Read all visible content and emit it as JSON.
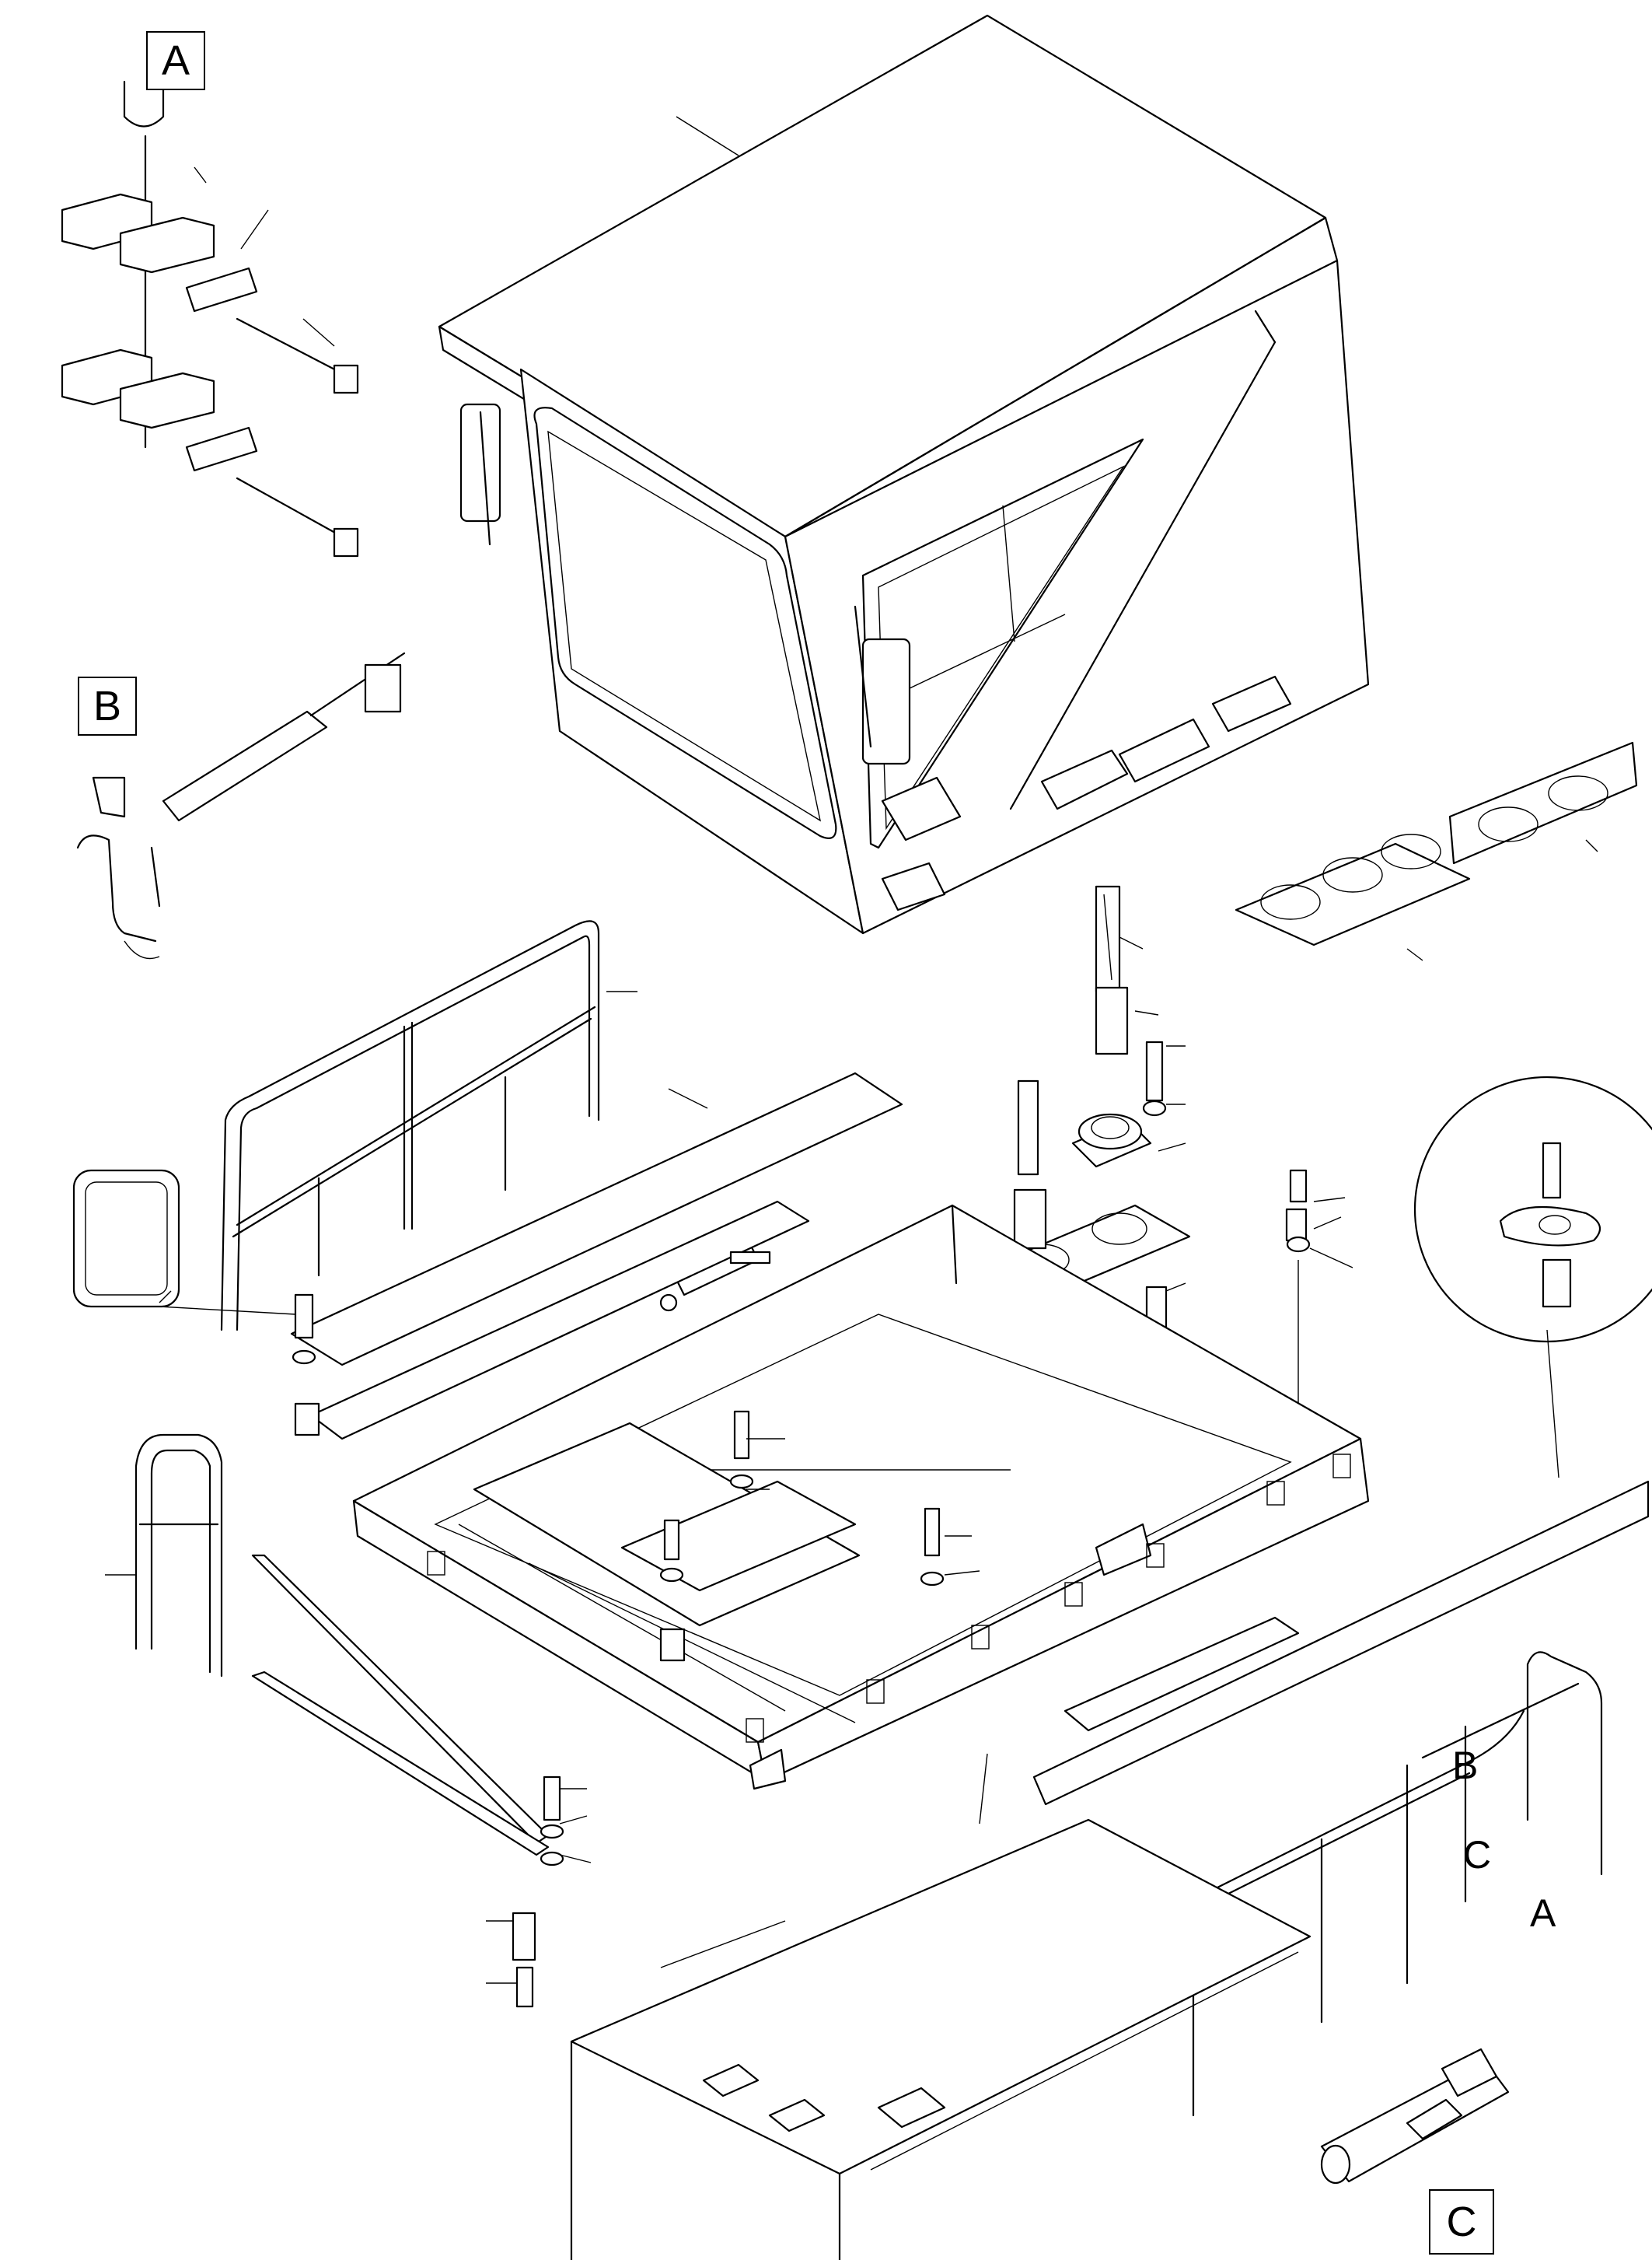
{
  "callouts": {
    "detail_a_box": "A",
    "detail_b_box": "B",
    "detail_c_box": "C",
    "marker_b": "B",
    "marker_c": "C",
    "marker_a": "A"
  }
}
